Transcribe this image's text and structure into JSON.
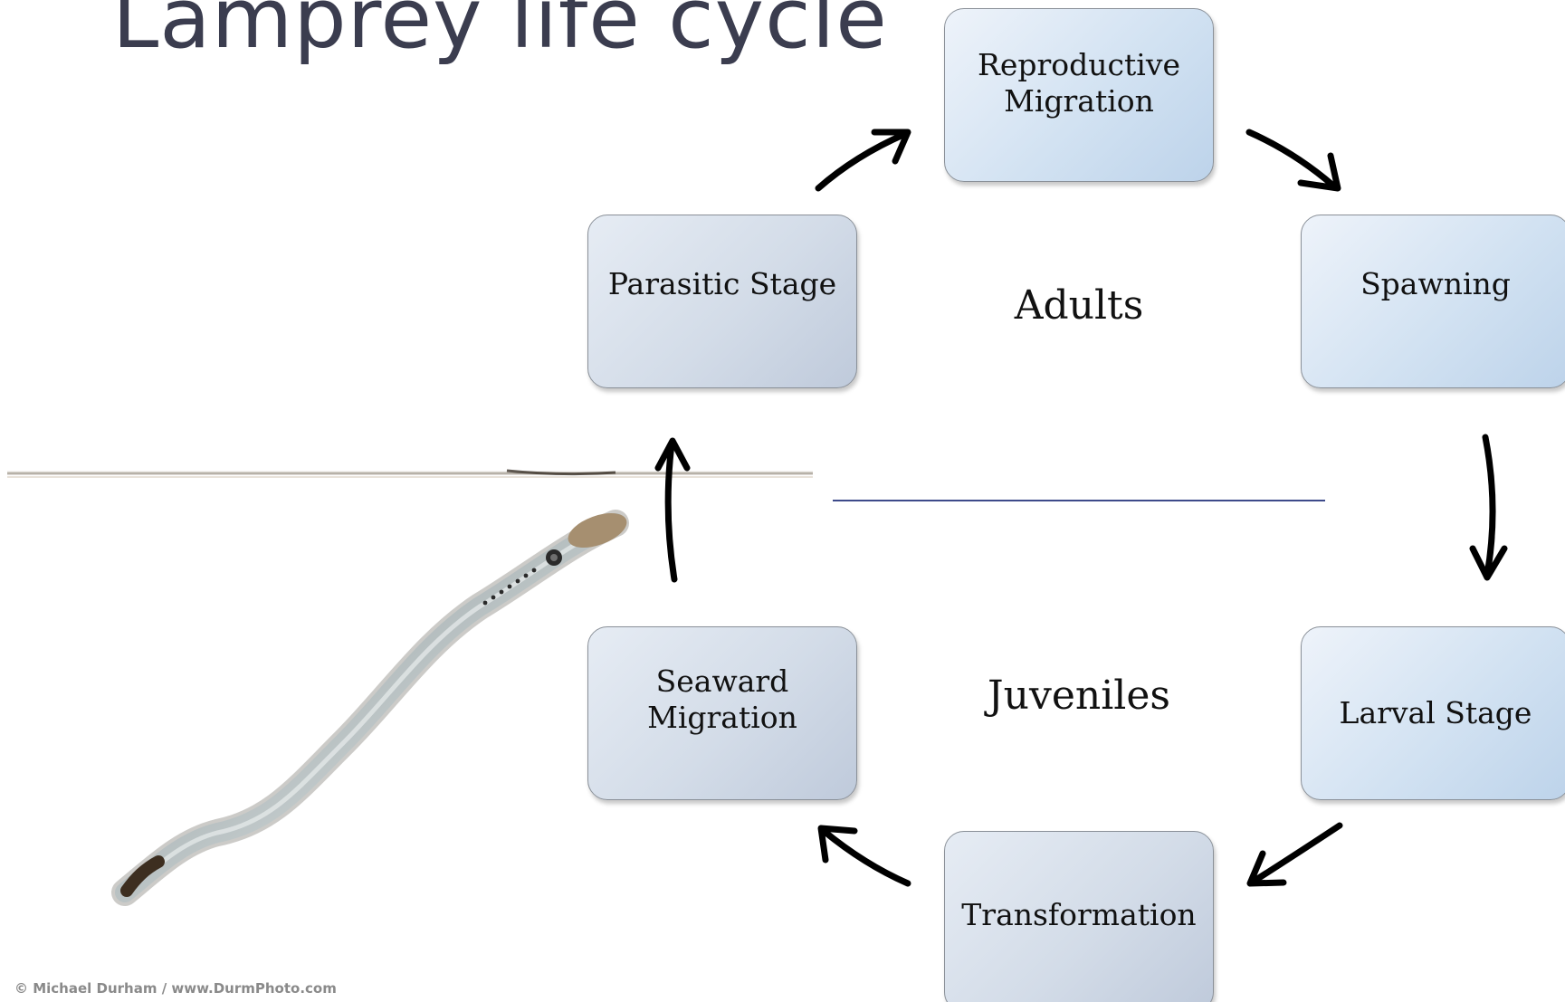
{
  "title": "Lamprey life cycle",
  "photo": {
    "subject": "lamprey",
    "credit": "© Michael Durham / www.DurmPhoto.com"
  },
  "groups": {
    "adults": "Adults",
    "juveniles": "Juveniles"
  },
  "stages": {
    "reproductive_migration": "Reproductive\nMigration",
    "spawning": "Spawning",
    "larval_stage": "Larval Stage",
    "transformation": "Transformation",
    "seaward_migration": "Seaward\nMigration",
    "parasitic_stage": "Parasitic Stage"
  },
  "cycle_order": [
    "reproductive_migration",
    "spawning",
    "larval_stage",
    "transformation",
    "seaward_migration",
    "parasitic_stage"
  ],
  "colors": {
    "title": "#3b3d4f",
    "divider": "#3d4a8a",
    "box_blue": "#c9dcef",
    "box_grey": "#d3dce8",
    "arrow": "#000000"
  }
}
